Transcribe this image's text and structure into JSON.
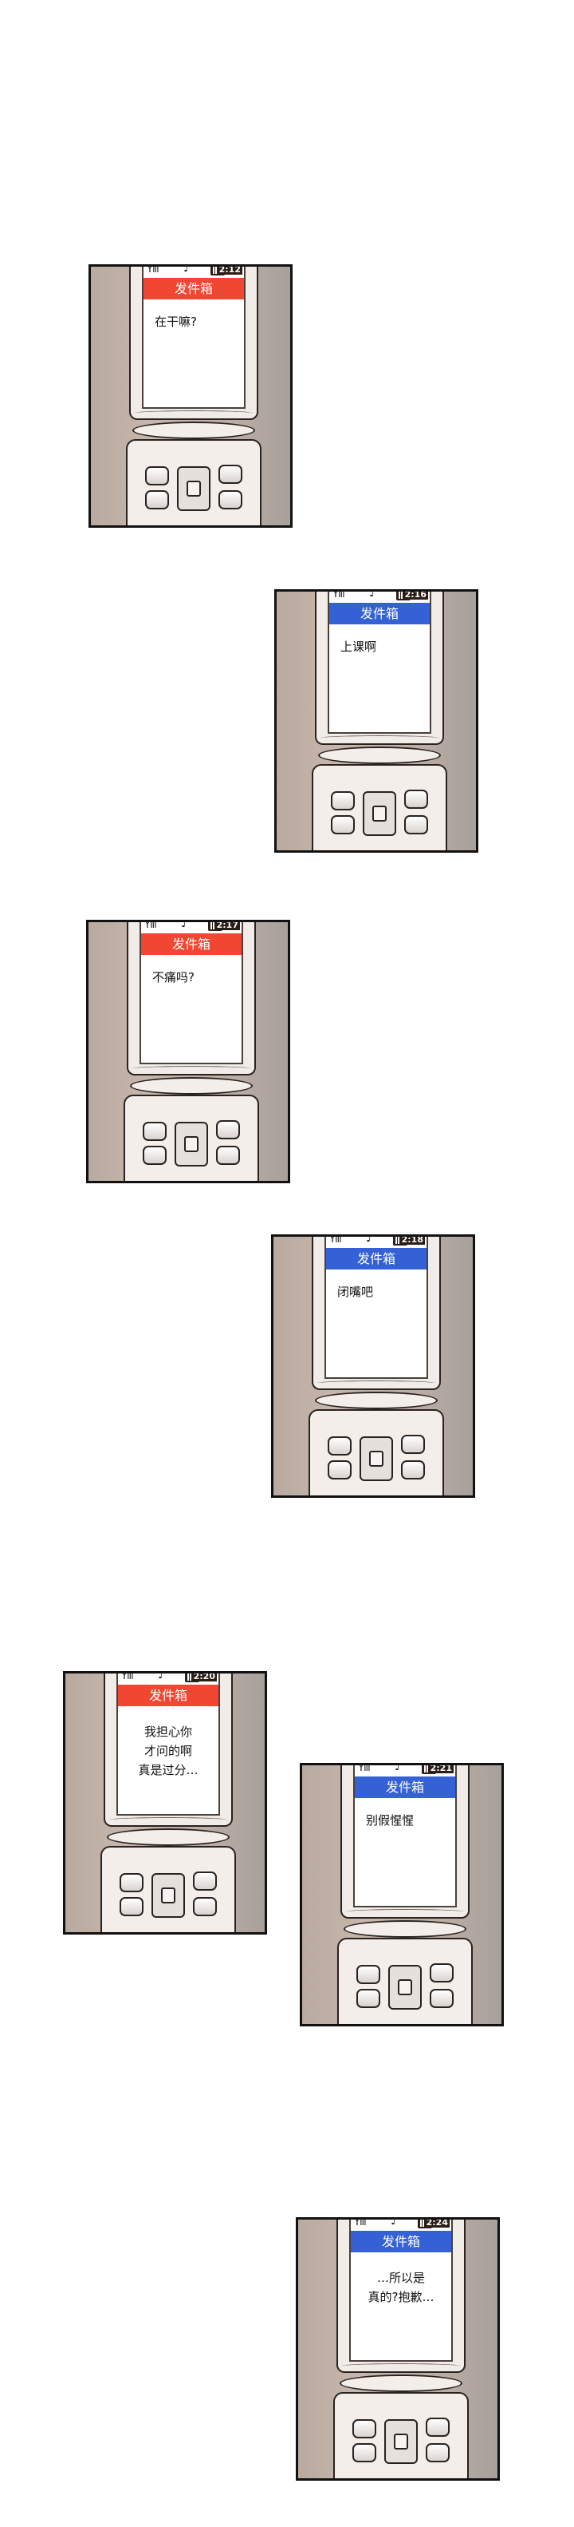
{
  "comic": {
    "panels": [
      {
        "time": "2:12",
        "header": "发件箱",
        "header_color": "#f04632",
        "message": "在干嘛?",
        "align": "left"
      },
      {
        "time": "2:16",
        "header": "发件箱",
        "header_color": "#3561d6",
        "message": "上课啊",
        "align": "left"
      },
      {
        "time": "2:17",
        "header": "发件箱",
        "header_color": "#f04632",
        "message": "不痛吗?",
        "align": "left"
      },
      {
        "time": "2:18",
        "header": "发件箱",
        "header_color": "#3561d6",
        "message": "闭嘴吧",
        "align": "left"
      },
      {
        "time": "2:20",
        "header": "发件箱",
        "header_color": "#f04632",
        "message": "我担心你\n才问的啊\n真是过分…",
        "align": "center"
      },
      {
        "time": "2:21",
        "header": "发件箱",
        "header_color": "#3561d6",
        "message": "别假惺惺",
        "align": "left"
      },
      {
        "time": "2:24",
        "header": "发件箱",
        "header_color": "#3561d6",
        "message": "…所以是\n真的?抱歉…",
        "align": "center"
      }
    ],
    "icons": {
      "signal": "antenna-signal-icon",
      "music": "music-note-icon",
      "battery": "battery-icon"
    }
  }
}
